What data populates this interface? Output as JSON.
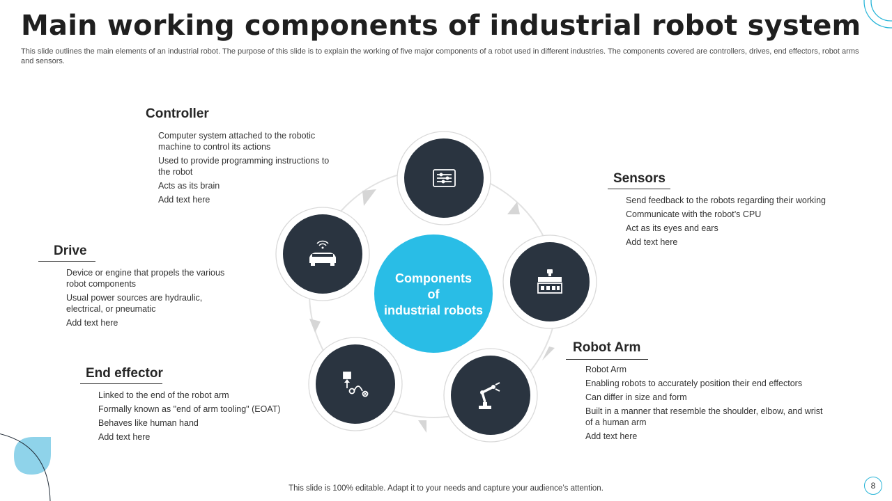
{
  "title": "Main working components of industrial robot system",
  "subtitle": "This slide outlines the main elements of an industrial robot. The purpose of this slide is to explain the working of five major components of a robot used in different industries. The components covered are controllers, drives, end effectors, robot arms and sensors.",
  "center": {
    "line1": "Components",
    "line2": "of",
    "line3": "industrial robots"
  },
  "components": {
    "controller": {
      "heading": "Controller",
      "icon": "control-panel-icon",
      "bullets": [
        "Computer system attached to the robotic machine to control its actions",
        "Used to provide programming instructions to the robot",
        "Acts as its brain",
        "Add text here"
      ]
    },
    "sensors": {
      "heading": "Sensors",
      "icon": "sensor-factory-icon",
      "bullets": [
        "Send feedback to the robots regarding their working",
        "Communicate with the robot’s CPU",
        "Act as its eyes and ears",
        "Add text here"
      ]
    },
    "robot_arm": {
      "heading": "Robot Arm",
      "icon": "robot-arm-icon",
      "bullets": [
        "Robot Arm",
        "Enabling robots to accurately position their end effectors",
        "Can differ in size and form",
        "Built in a manner that resemble the shoulder, elbow, and wrist of a human arm",
        "Add text here"
      ]
    },
    "end_effector": {
      "heading": "End effector",
      "icon": "pick-place-icon",
      "bullets": [
        "Linked to the end of the robot arm",
        "Formally known as \"end of arm tooling\" (EOAT)",
        "Behaves like human hand",
        "Add text here"
      ]
    },
    "drive": {
      "heading": "Drive",
      "icon": "car-icon",
      "bullets": [
        "Device or engine that propels the various robot components",
        "Usual power sources are hydraulic, electrical, or pneumatic",
        "Add text here"
      ]
    }
  },
  "colors": {
    "accent": "#29bde6",
    "node": "#2a3440",
    "ring": "#d9d9d9"
  },
  "footer": "This slide is 100% editable. Adapt it to your needs and capture your audience’s attention.",
  "page_number": "8"
}
